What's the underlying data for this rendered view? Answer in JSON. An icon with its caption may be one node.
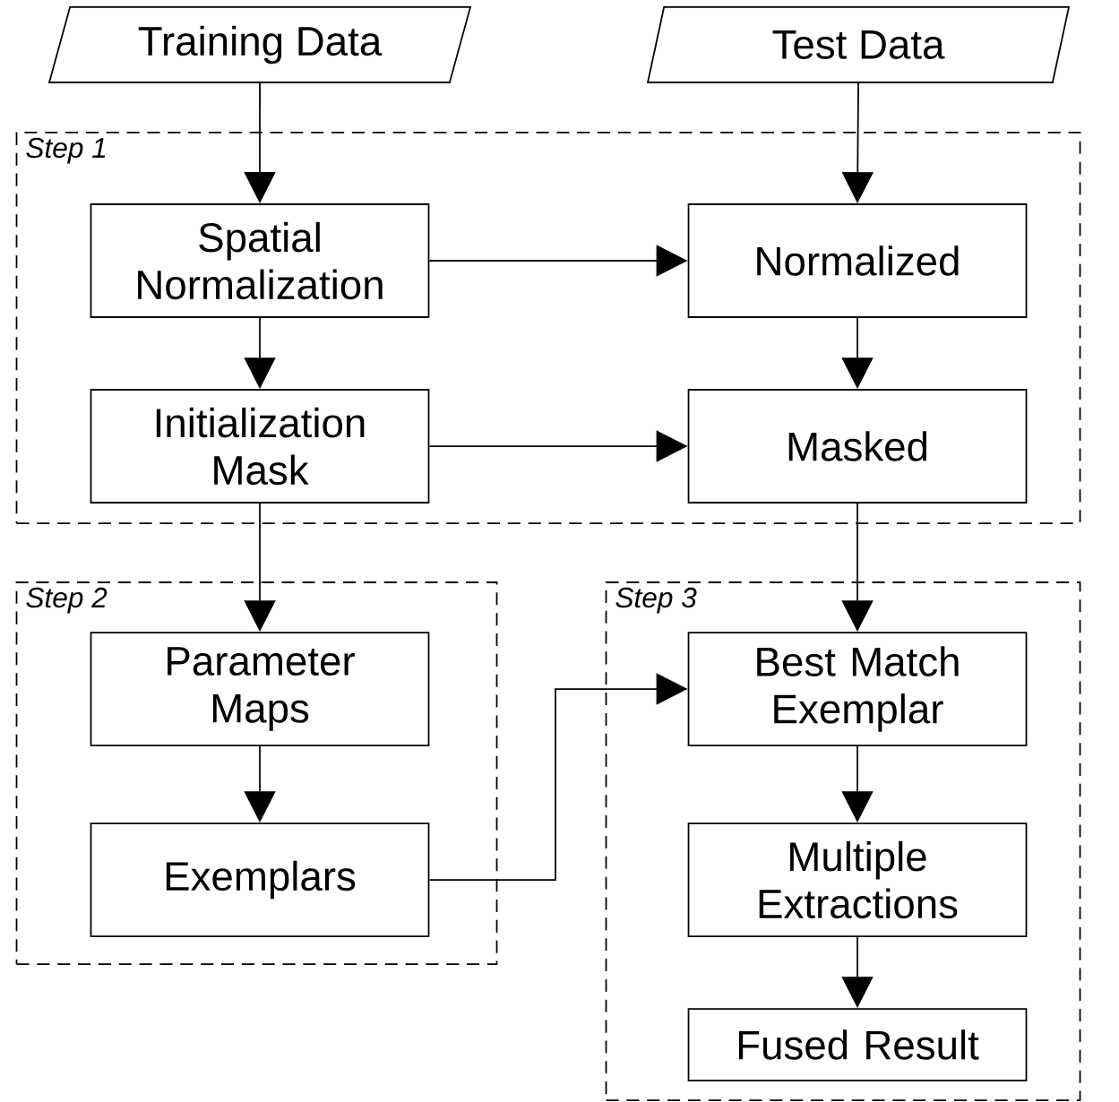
{
  "diagram": {
    "nodes": [
      {
        "text": [
          "Training Data"
        ]
      },
      {
        "text": [
          "Test Data"
        ]
      },
      {
        "text": [
          "Step 1"
        ]
      },
      {
        "text": [
          "Spatial Normalization"
        ],
        "in": 2
      },
      {
        "text": [
          "Normalized"
        ],
        "in": 2
      },
      {
        "text": [
          "Initialization Mask"
        ],
        "in": 2
      },
      {
        "text": [
          "Masked"
        ],
        "in": 2
      },
      {
        "text": [
          "Step 2"
        ]
      },
      {
        "text": [
          "Parameter Maps"
        ],
        "in": 7
      },
      {
        "text": [
          "Exemplars"
        ],
        "in": 7
      },
      {
        "text": [
          "Step 3"
        ]
      },
      {
        "text": [
          "Best Match Exemplar"
        ],
        "in": 10
      },
      {
        "text": [
          "Multiple Extractions"
        ],
        "in": 10
      },
      {
        "text": [
          "Fused Result"
        ],
        "in": 10
      }
    ],
    "edges": [
      {
        "from": 0,
        "to": 3,
        "arrow": "to"
      },
      {
        "from": 1,
        "to": 4,
        "arrow": "to"
      },
      {
        "from": 3,
        "to": 4,
        "arrow": "to"
      },
      {
        "from": 3,
        "to": 5,
        "arrow": "to"
      },
      {
        "from": 4,
        "to": 6,
        "arrow": "to"
      },
      {
        "from": 5,
        "to": 6,
        "arrow": "to"
      },
      {
        "from": 5,
        "to": 8,
        "arrow": "to"
      },
      {
        "from": 8,
        "to": 9,
        "arrow": "to"
      },
      {
        "from": 6,
        "to": 11,
        "arrow": "to"
      },
      {
        "from": 9,
        "to": 11,
        "arrow": "to"
      },
      {
        "from": 11,
        "to": 12,
        "arrow": "to"
      },
      {
        "from": 12,
        "to": 13,
        "arrow": "to"
      }
    ]
  }
}
